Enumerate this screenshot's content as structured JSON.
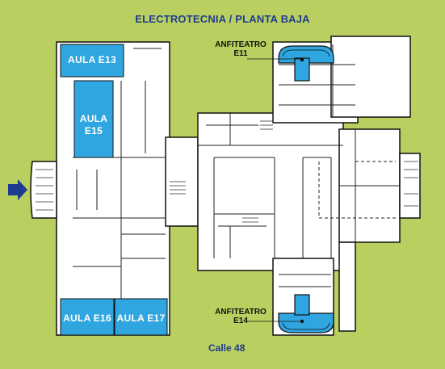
{
  "map": {
    "title": "ELECTROTECNIA / PLANTA BAJA",
    "street": "Calle 48",
    "rooms": {
      "e13": "AULA E13",
      "e15": "AULA E15",
      "e16": "AULA E16",
      "e17": "AULA E17"
    },
    "amphitheaters": {
      "e11_line1": "ANFITEATRO",
      "e11_line2": "E11",
      "e14_line1": "ANFITEATRO",
      "e14_line2": "E14"
    },
    "colors": {
      "background": "#b9cf5f",
      "highlight": "#2fa6df",
      "building": "#ffffff",
      "text": "#1f3c91",
      "arrow": "#1f3c91"
    },
    "icons": [
      "entrance-arrow-icon"
    ]
  }
}
